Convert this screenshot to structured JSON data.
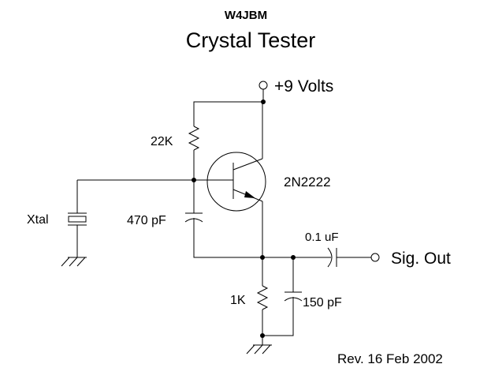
{
  "header": {
    "callsign": "W4JBM",
    "title": "Crystal Tester"
  },
  "labels": {
    "supply": "+9 Volts",
    "bias_resistor": "22K",
    "transistor": "2N2222",
    "crystal": "Xtal",
    "feedback_cap": "470 pF",
    "coupling_cap": "0.1 uF",
    "output": "Sig. Out",
    "emitter_resistor": "1K",
    "emitter_cap": "150 pF",
    "revision": "Rev. 16 Feb 2002"
  },
  "components": [
    {
      "ref": "R1",
      "type": "resistor",
      "value": "22K"
    },
    {
      "ref": "Q1",
      "type": "npn-transistor",
      "value": "2N2222"
    },
    {
      "ref": "Y1",
      "type": "crystal",
      "value": "Xtal"
    },
    {
      "ref": "C1",
      "type": "capacitor",
      "value": "470 pF"
    },
    {
      "ref": "C2",
      "type": "capacitor",
      "value": "0.1 uF"
    },
    {
      "ref": "R2",
      "type": "resistor",
      "value": "1K"
    },
    {
      "ref": "C3",
      "type": "capacitor",
      "value": "150 pF"
    }
  ]
}
